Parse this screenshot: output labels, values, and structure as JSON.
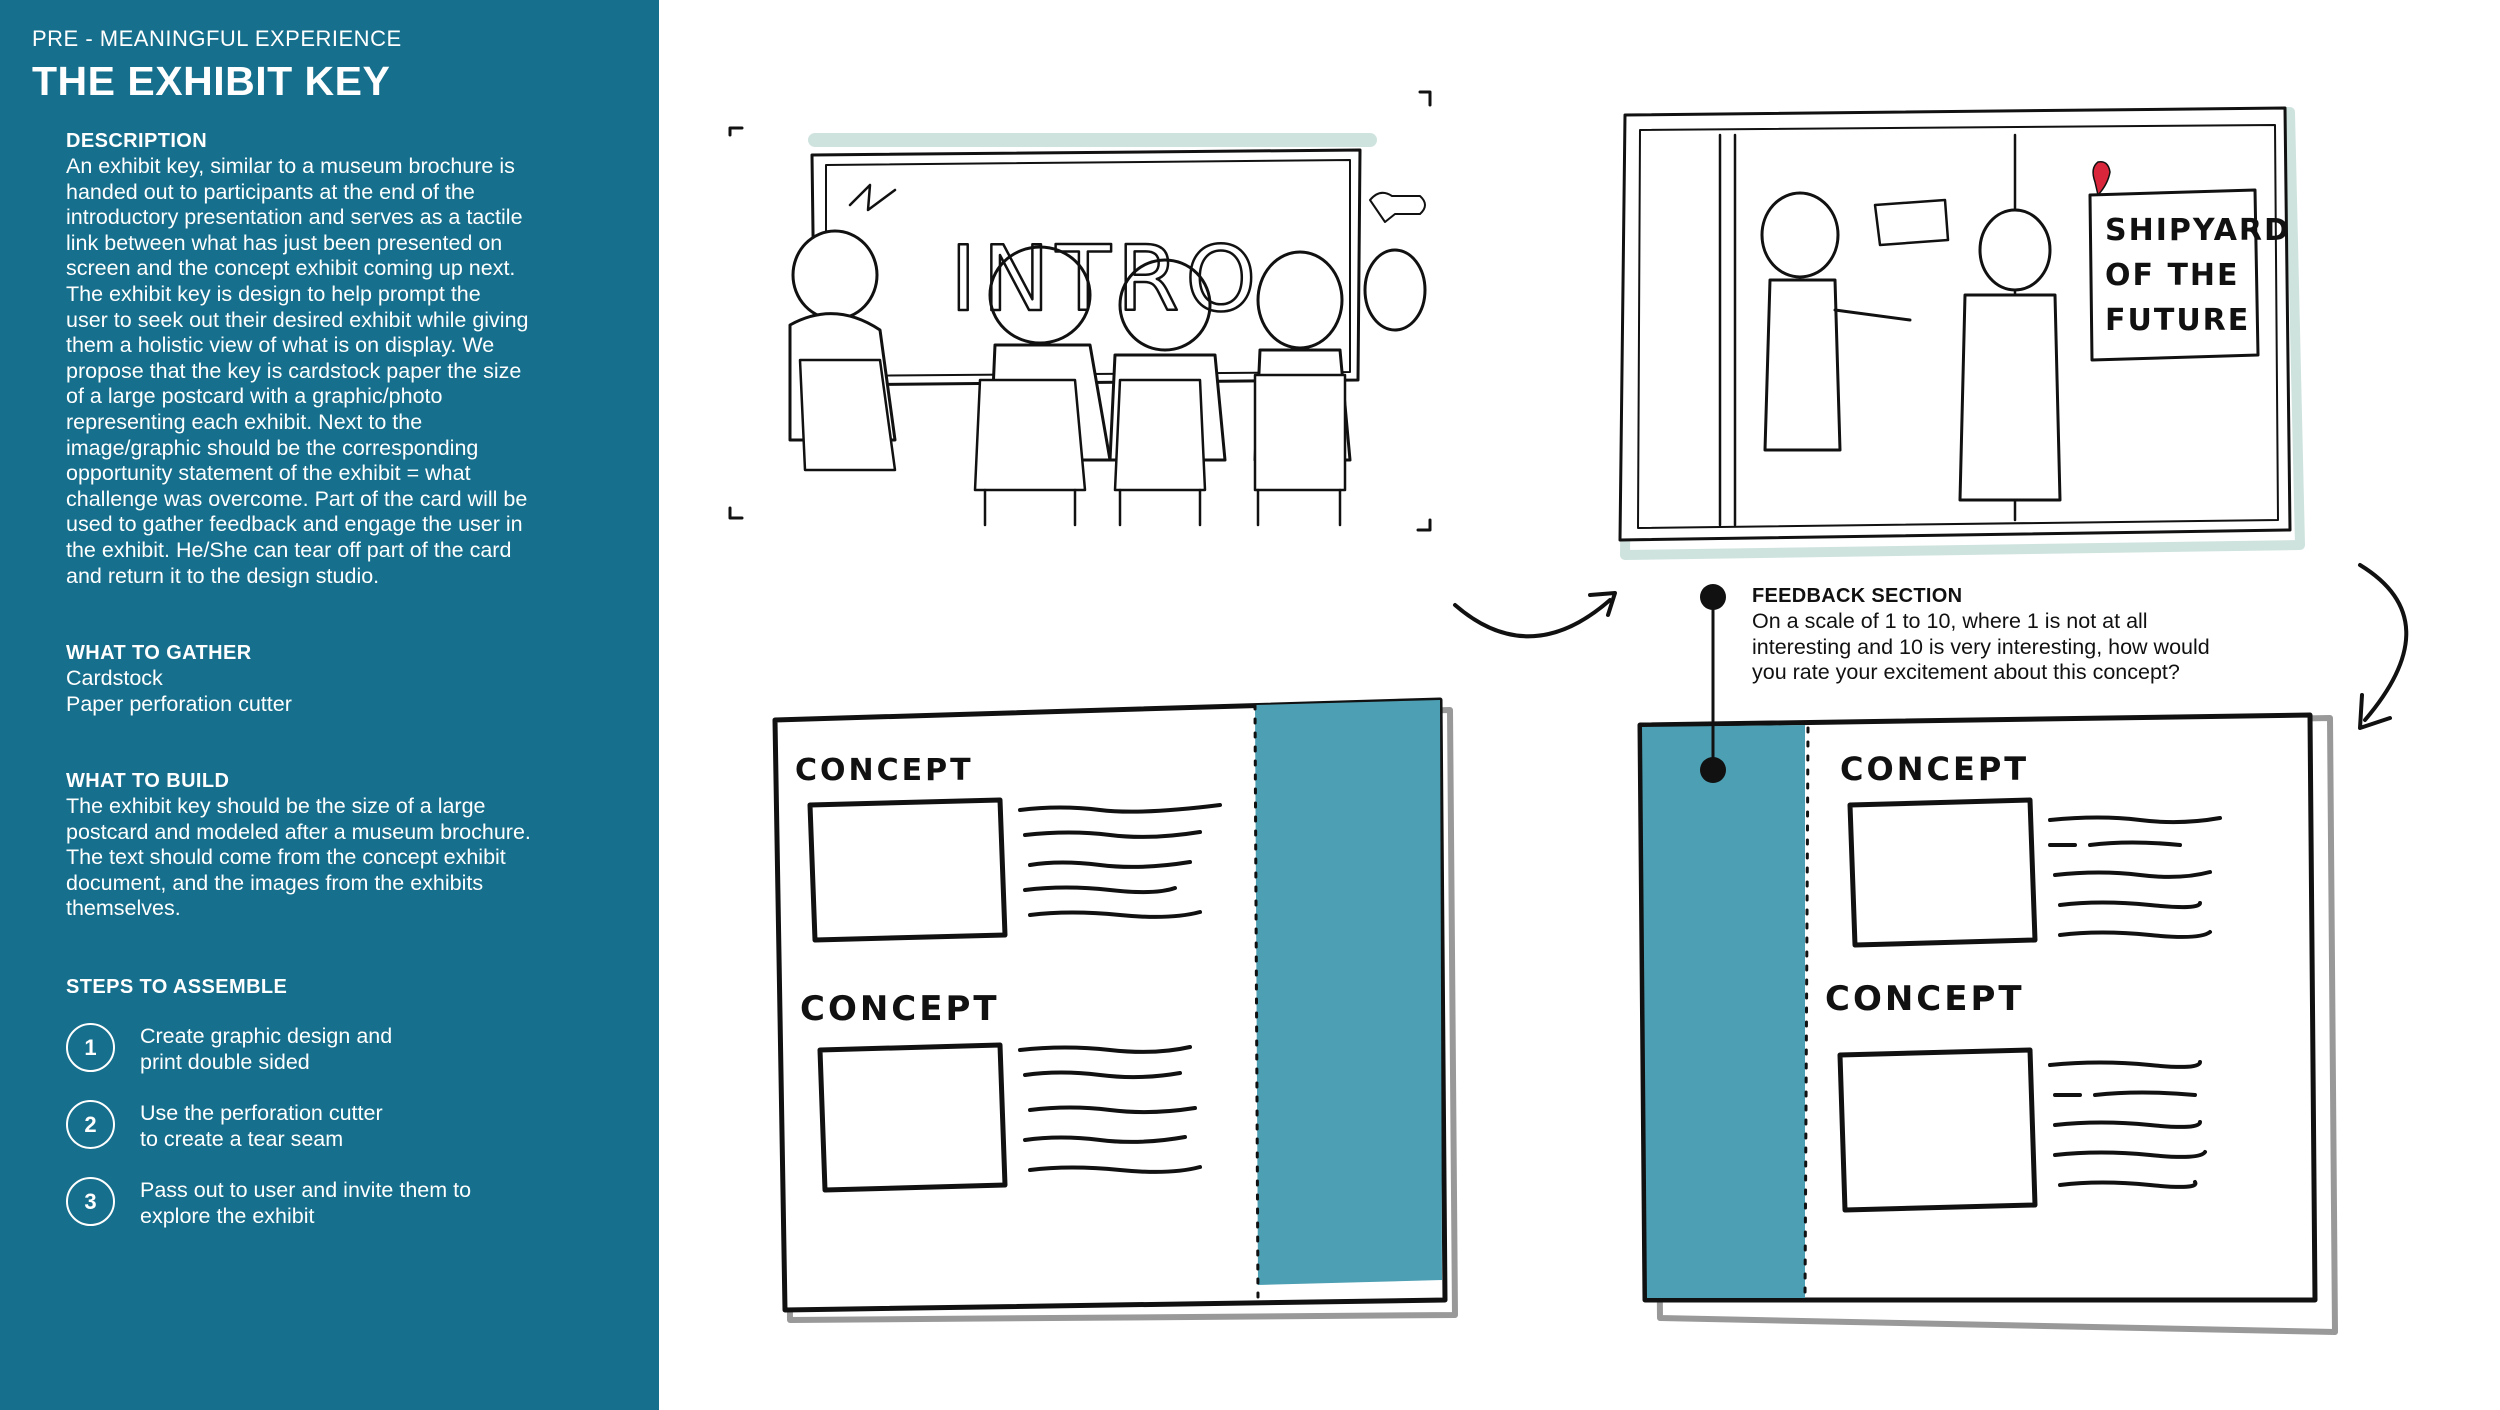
{
  "header": {
    "eyebrow": "PRE - MEANINGFUL EXPERIENCE",
    "title": "THE EXHIBIT KEY"
  },
  "description": {
    "heading": "DESCRIPTION",
    "lines": [
      "An exhibit key, similar to a museum brochure is",
      "handed out to participants at the end of the",
      "introductory presentation and serves as a tactile",
      "link between what has just been presented on",
      "screen and the concept exhibit coming up next.",
      "The exhibit key  is design to help prompt the",
      "user to seek out their desired exhibit while giving",
      "them a holistic view of what is on display. We",
      "propose that the key is cardstock paper the size",
      "of a large postcard with a graphic/photo",
      "representing each exhibit. Next to the",
      "image/graphic should be the corresponding",
      "opportunity statement of the exhibit = what",
      "challenge was overcome. Part of the card will be",
      "used to gather feedback and engage the user in",
      "the exhibit. He/She can tear off part of the card",
      "and return it to the design studio."
    ]
  },
  "gather": {
    "heading": "WHAT TO GATHER",
    "items": [
      "Cardstock",
      "Paper perforation cutter"
    ]
  },
  "build": {
    "heading": "WHAT TO BUILD",
    "lines": [
      "The exhibit key should be the size of a large",
      "postcard and modeled after a museum brochure.",
      "The text should come from the concept exhibit",
      "document, and the images from the exhibits",
      "themselves."
    ]
  },
  "steps": {
    "heading": "STEPS TO ASSEMBLE",
    "items": [
      {
        "num": "1",
        "line1": "Create graphic design and",
        "line2": "print double sided"
      },
      {
        "num": "2",
        "line1": "Use the perforation cutter",
        "line2": "to create a tear seam"
      },
      {
        "num": "3",
        "line1": "Pass out to user and invite them to",
        "line2": "explore the exhibit"
      }
    ]
  },
  "feedback": {
    "heading": "FEEDBACK SECTION",
    "lines": [
      "On a scale of 1 to 10, where 1 is not at all",
      "interesting and 10 is very interesting, how would",
      "you rate your excitement about this concept?"
    ]
  },
  "sketches": {
    "intro_label": "INTRO",
    "sign_lines": [
      "SHIPYARD",
      "OF  THE",
      "FUTURE"
    ],
    "concept_label": "CONCEPT"
  },
  "colors": {
    "sidebar": "#166f8c",
    "card_accent": "#4d9fb3",
    "text_dark": "#111111"
  }
}
